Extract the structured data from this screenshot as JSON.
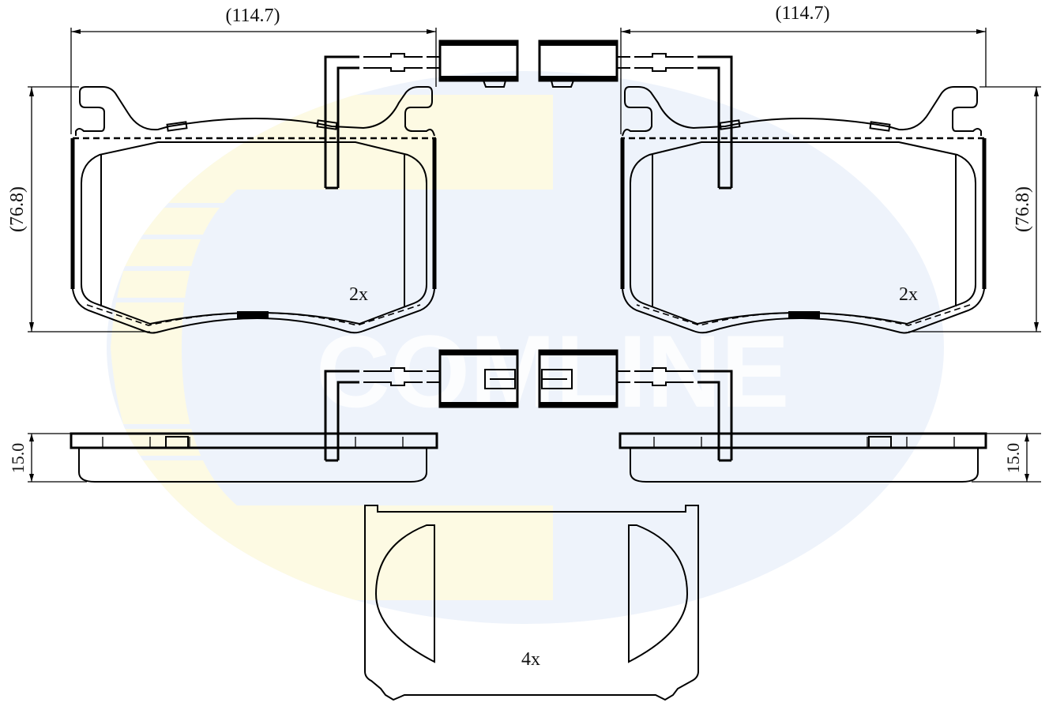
{
  "watermark": {
    "text": "COMLINE",
    "ellipse_color": "#eef3fb",
    "stripe_color": "#fdfae3"
  },
  "dimensions": {
    "width_left": "(114.7)",
    "width_right": "(114.7)",
    "height_left": "(76.8)",
    "height_right": "(76.8)",
    "thickness_left": "15.0",
    "thickness_right": "15.0"
  },
  "quantities": {
    "left_pad": "2x",
    "right_pad": "2x",
    "clip": "4x"
  }
}
